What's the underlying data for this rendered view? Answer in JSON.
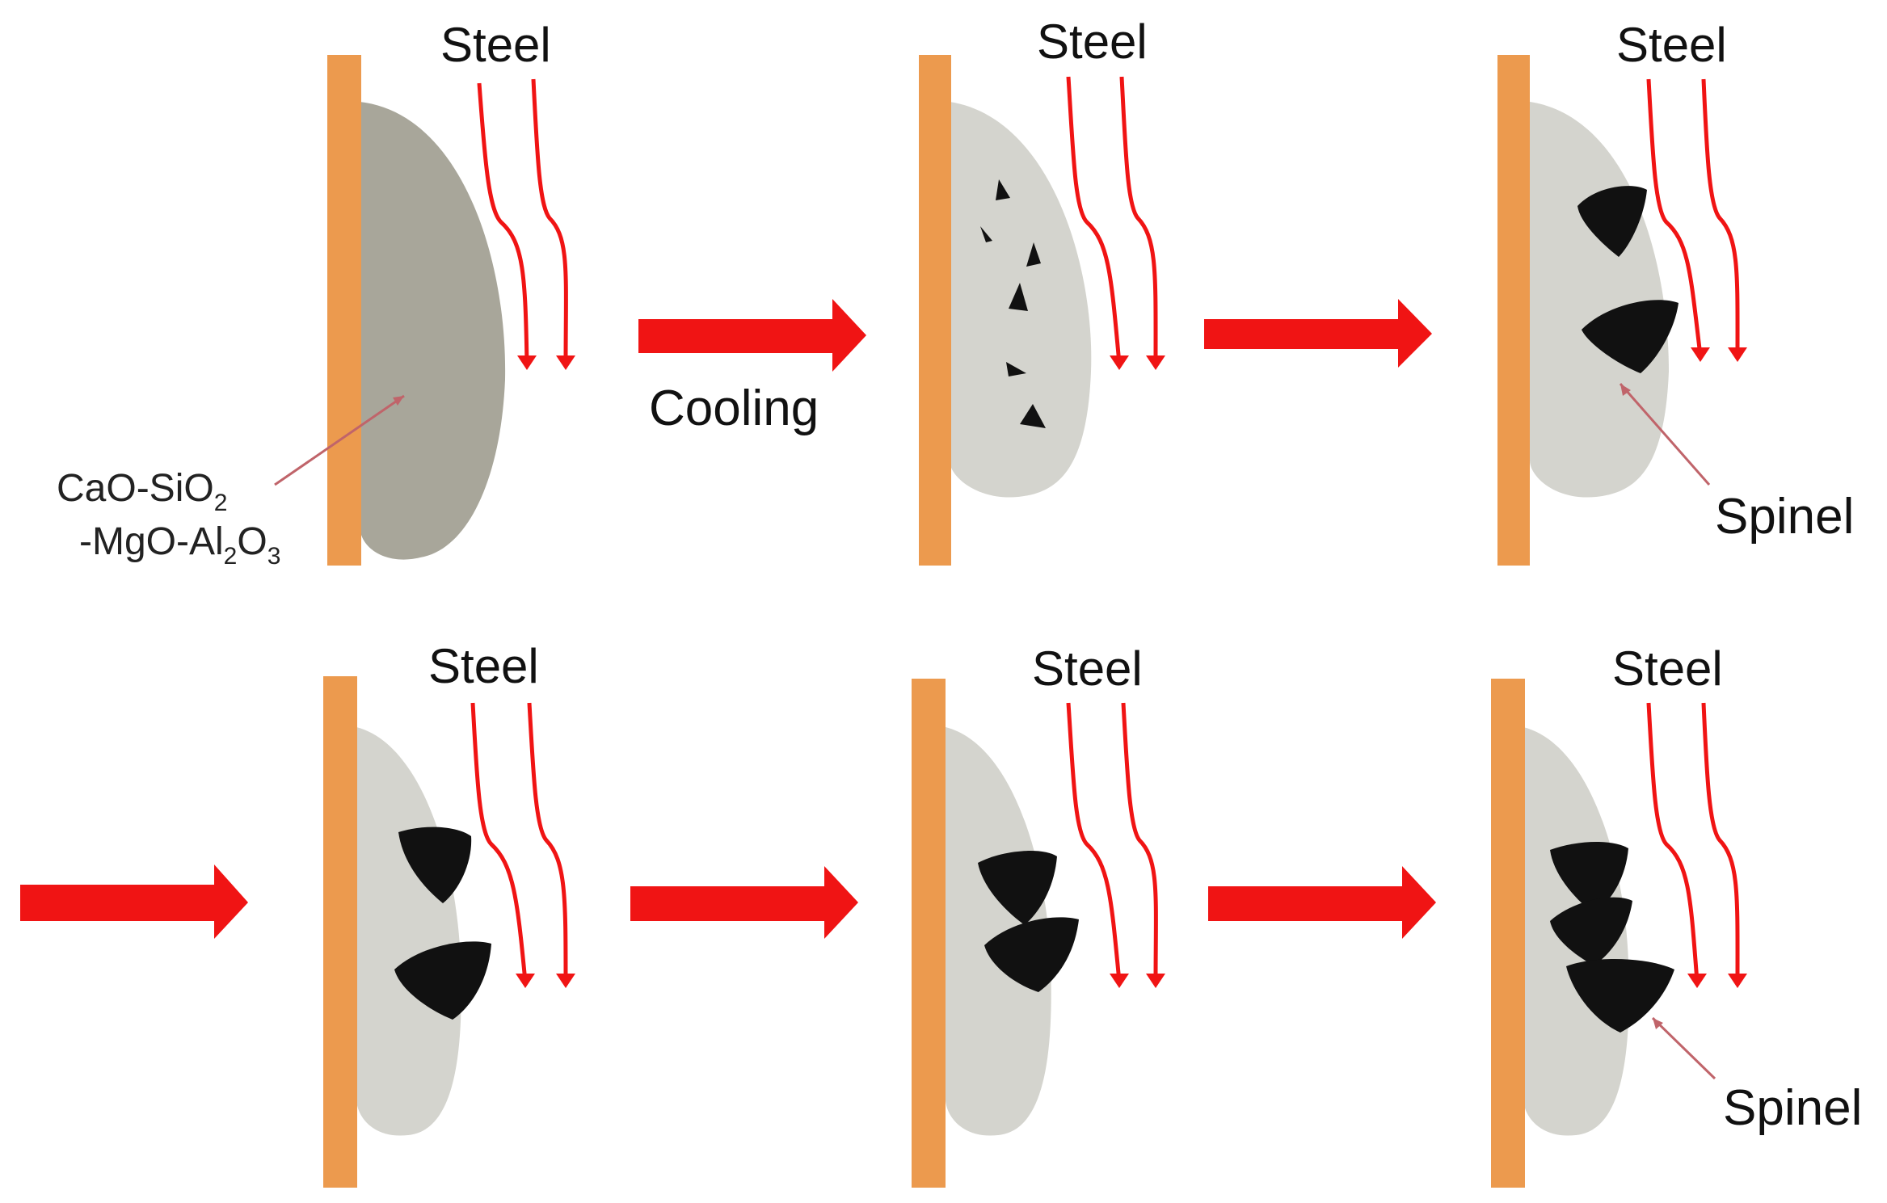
{
  "labels": {
    "steel": "Steel",
    "cooling": "Cooling",
    "spinel": "Spinel",
    "slag_line1": "CaO-SiO",
    "slag_line1_sub": "2",
    "slag_line2_a": "-MgO-Al",
    "slag_line2_sub1": "2",
    "slag_line2_b": "O",
    "slag_line2_sub2": "3"
  },
  "colors": {
    "wall": "#ec9a4e",
    "slag_molten": "#a8a69a",
    "slag_cooled": "#d4d4ce",
    "spinel": "#111111",
    "arrow": "#f01414",
    "pointer": "#c0646a"
  }
}
